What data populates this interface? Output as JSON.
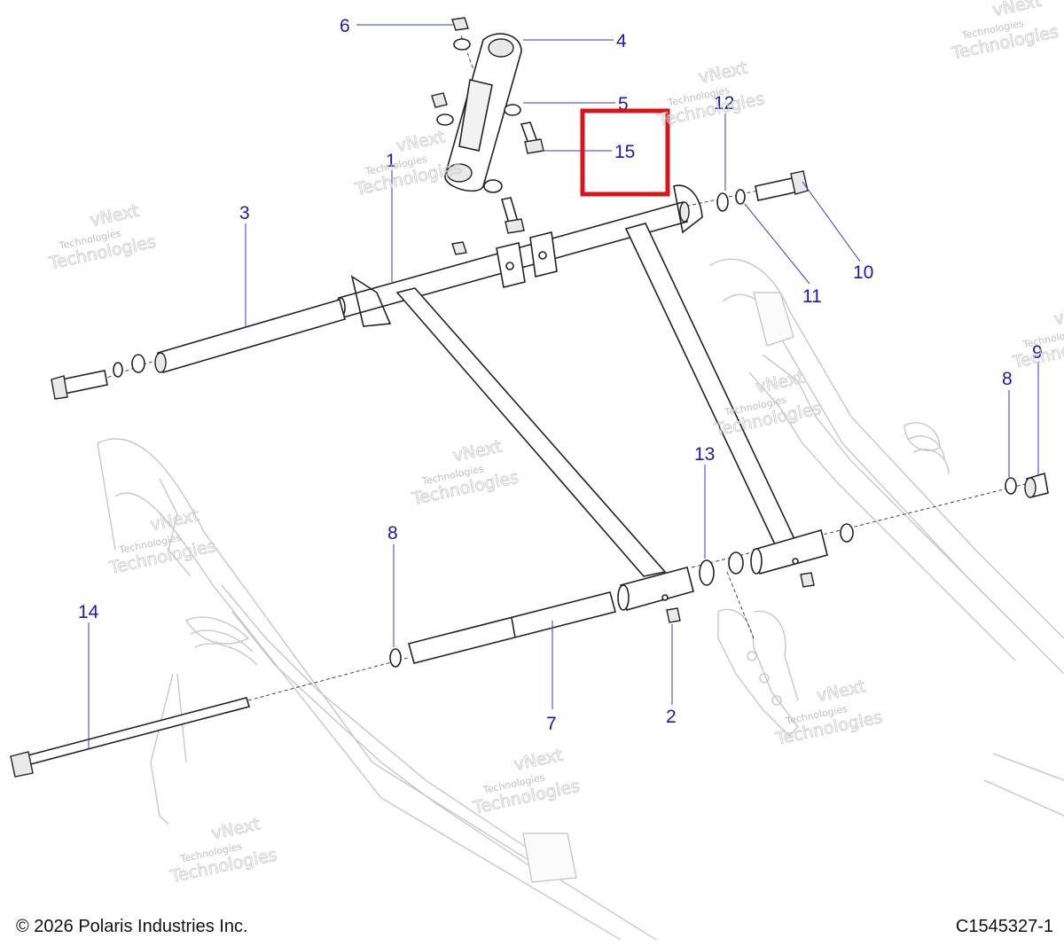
{
  "figure": {
    "copyright": "© 2026 Polaris Industries Inc.",
    "figure_id": "C1545327-1"
  },
  "watermark": {
    "line1": "vNext",
    "line2": "Technologies"
  },
  "callouts": [
    {
      "id": "1",
      "label": "1"
    },
    {
      "id": "2",
      "label": "2"
    },
    {
      "id": "3",
      "label": "3"
    },
    {
      "id": "4",
      "label": "4"
    },
    {
      "id": "5",
      "label": "5"
    },
    {
      "id": "6",
      "label": "6"
    },
    {
      "id": "7",
      "label": "7"
    },
    {
      "id": "8a",
      "label": "8"
    },
    {
      "id": "8b",
      "label": "8"
    },
    {
      "id": "9",
      "label": "9"
    },
    {
      "id": "10",
      "label": "10"
    },
    {
      "id": "11",
      "label": "11"
    },
    {
      "id": "12",
      "label": "12"
    },
    {
      "id": "13",
      "label": "13"
    },
    {
      "id": "14",
      "label": "14"
    },
    {
      "id": "15",
      "label": "15"
    }
  ],
  "highlight": {
    "target": "15",
    "color": "#d9141a"
  },
  "colors": {
    "callout": "#1a1ab0",
    "linework": "#222222",
    "ghost": "#c4c4c4"
  }
}
